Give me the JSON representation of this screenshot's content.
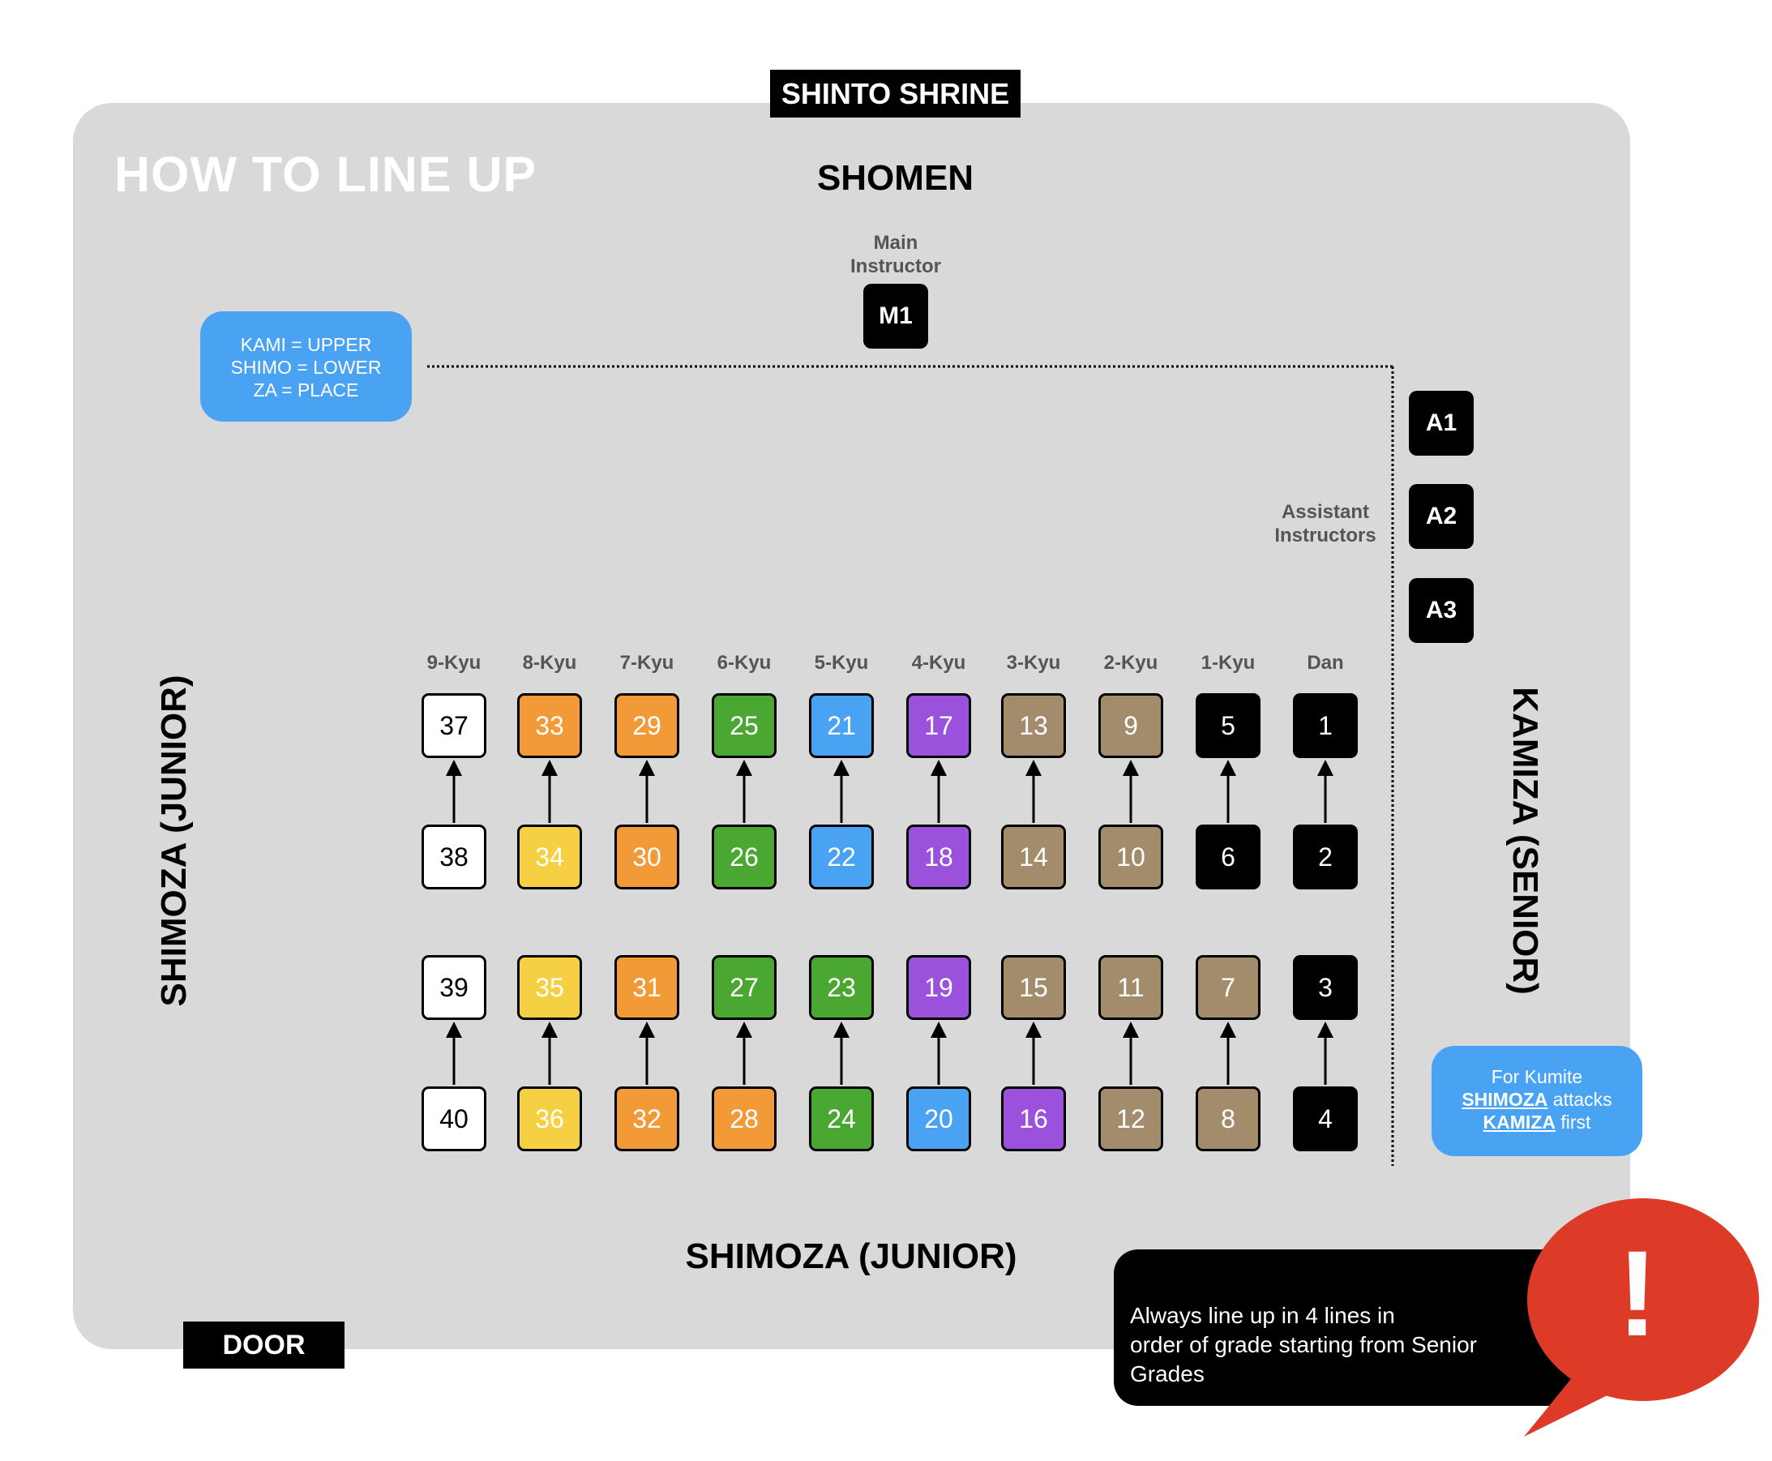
{
  "title": "HOW TO LINE UP",
  "labels": {
    "shrine": "SHINTO SHRINE",
    "shomen": "SHOMEN",
    "door": "DOOR",
    "main_instructor": [
      "Main",
      "Instructor"
    ],
    "assistant_instructors": [
      "Assistant",
      "Instructors"
    ],
    "shimoza_left": "SHIMOZA (JUNIOR)",
    "shimoza_bottom": "SHIMOZA (JUNIOR)",
    "kamiza_right": "KAMIZA (SENIOR)"
  },
  "instructors": [
    "M1",
    "A1",
    "A2",
    "A3"
  ],
  "notes": {
    "kami": [
      "KAMI = UPPER",
      "SHIMO = LOWER",
      "ZA = PLACE"
    ],
    "kumite": {
      "line1": "For Kumite",
      "shimoza": "SHIMOZA",
      "attacks": " attacks",
      "kamiza": "KAMIZA",
      "first": " first"
    }
  },
  "callout": {
    "text": [
      "Always line up in 4 lines in",
      "order of grade starting from Senior",
      "Grades"
    ],
    "mark": "!"
  },
  "colors": {
    "black": "#000000",
    "brown": "#a28c6c",
    "purple": "#9a52dc",
    "blue": "#4aa3f2",
    "green": "#4aa832",
    "orange": "#f29a38",
    "yellow": "#f5d042",
    "white": "#ffffff",
    "note_blue": "#4aa3f2",
    "alert_red": "#dd3a27",
    "dojo_grey": "#d9d9d9"
  },
  "grades": [
    {
      "label": "9-Kyu",
      "cells": [
        {
          "n": "37",
          "c": "white"
        },
        {
          "n": "38",
          "c": "white"
        },
        {
          "n": "39",
          "c": "white"
        },
        {
          "n": "40",
          "c": "white"
        }
      ]
    },
    {
      "label": "8-Kyu",
      "cells": [
        {
          "n": "33",
          "c": "orange"
        },
        {
          "n": "34",
          "c": "yellow"
        },
        {
          "n": "35",
          "c": "yellow"
        },
        {
          "n": "36",
          "c": "yellow"
        }
      ]
    },
    {
      "label": "7-Kyu",
      "cells": [
        {
          "n": "29",
          "c": "orange"
        },
        {
          "n": "30",
          "c": "orange"
        },
        {
          "n": "31",
          "c": "orange"
        },
        {
          "n": "32",
          "c": "orange"
        }
      ]
    },
    {
      "label": "6-Kyu",
      "cells": [
        {
          "n": "25",
          "c": "green"
        },
        {
          "n": "26",
          "c": "green"
        },
        {
          "n": "27",
          "c": "green"
        },
        {
          "n": "28",
          "c": "orange"
        }
      ]
    },
    {
      "label": "5-Kyu",
      "cells": [
        {
          "n": "21",
          "c": "blue"
        },
        {
          "n": "22",
          "c": "blue"
        },
        {
          "n": "23",
          "c": "green"
        },
        {
          "n": "24",
          "c": "green"
        }
      ]
    },
    {
      "label": "4-Kyu",
      "cells": [
        {
          "n": "17",
          "c": "purple"
        },
        {
          "n": "18",
          "c": "purple"
        },
        {
          "n": "19",
          "c": "purple"
        },
        {
          "n": "20",
          "c": "blue"
        }
      ]
    },
    {
      "label": "3-Kyu",
      "cells": [
        {
          "n": "13",
          "c": "brown"
        },
        {
          "n": "14",
          "c": "brown"
        },
        {
          "n": "15",
          "c": "brown"
        },
        {
          "n": "16",
          "c": "purple"
        }
      ]
    },
    {
      "label": "2-Kyu",
      "cells": [
        {
          "n": "9",
          "c": "brown"
        },
        {
          "n": "10",
          "c": "brown"
        },
        {
          "n": "11",
          "c": "brown"
        },
        {
          "n": "12",
          "c": "brown"
        }
      ]
    },
    {
      "label": "1-Kyu",
      "cells": [
        {
          "n": "5",
          "c": "black"
        },
        {
          "n": "6",
          "c": "black"
        },
        {
          "n": "7",
          "c": "brown"
        },
        {
          "n": "8",
          "c": "brown"
        }
      ]
    },
    {
      "label": "Dan",
      "cells": [
        {
          "n": "1",
          "c": "black"
        },
        {
          "n": "2",
          "c": "black"
        },
        {
          "n": "3",
          "c": "black"
        },
        {
          "n": "4",
          "c": "black"
        }
      ]
    }
  ]
}
